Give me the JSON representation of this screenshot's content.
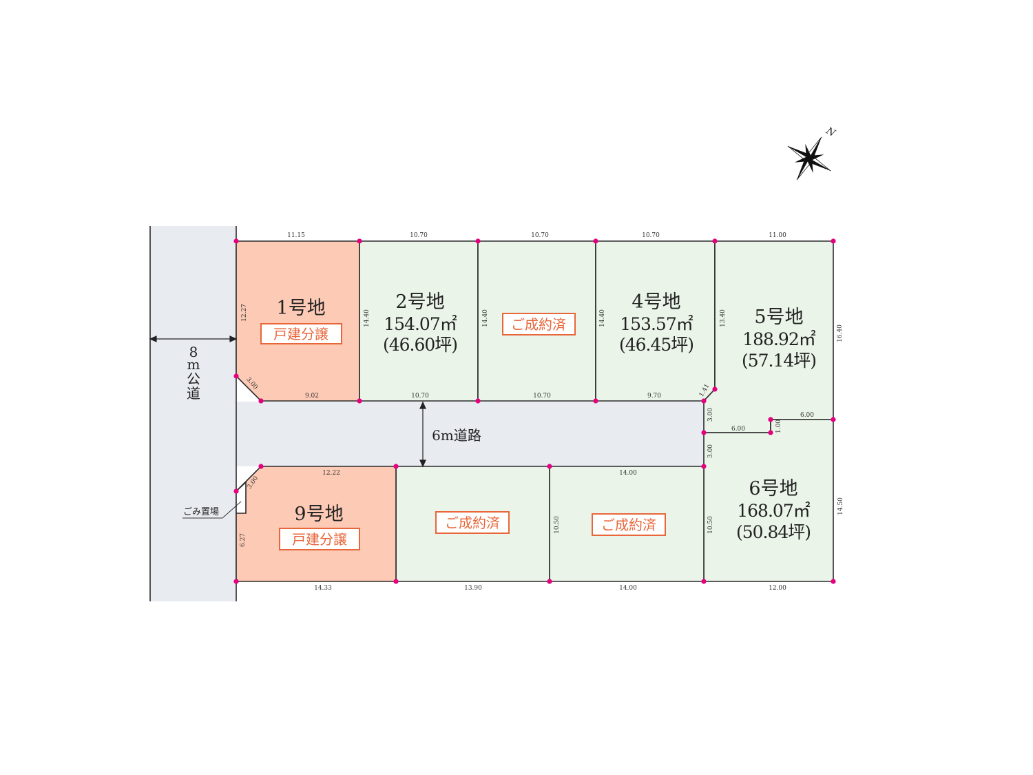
{
  "colors": {
    "road": "#e8ebf0",
    "for_sale": "#fdcab5",
    "sold": "#eaf4e8",
    "vertex": "#e4007f",
    "badge": "#e8663a"
  },
  "compass": {
    "label": "N"
  },
  "roads": {
    "public_road": [
      "8",
      "m",
      "公",
      "道"
    ],
    "private_road": "6m道路",
    "garbage": "ごみ置場"
  },
  "lots": [
    {
      "name": "1号地",
      "status": "戸建分譲"
    },
    {
      "name": "2号地",
      "area": "154.07㎡",
      "tsubo": "(46.60坪)"
    },
    {
      "status": "ご成約済"
    },
    {
      "name": "4号地",
      "area": "153.57㎡",
      "tsubo": "(46.45坪)"
    },
    {
      "name": "5号地",
      "area": "188.92㎡",
      "tsubo": "(57.14坪)"
    },
    {
      "name": "6号地",
      "area": "168.07㎡",
      "tsubo": "(50.84坪)"
    },
    {
      "status": "ご成約済"
    },
    {
      "status": "ご成約済"
    },
    {
      "name": "9号地",
      "status": "戸建分譲"
    }
  ],
  "dimensions": {
    "top": [
      "11.15",
      "10.70",
      "10.70",
      "10.70",
      "11.00"
    ],
    "upper_bottom": [
      "9.02",
      "10.70",
      "10.70",
      "9.70"
    ],
    "upper_sides": [
      "12.27",
      "14.40",
      "14.40",
      "14.40",
      "13.40",
      "16.40"
    ],
    "corners": [
      "3.00",
      "1.41",
      "3.00"
    ],
    "lot5_6": [
      "3.00",
      "3.00",
      "6.00",
      "1.00",
      "6.00"
    ],
    "lower_top": [
      "12.22",
      "14.00"
    ],
    "lower_sides": [
      "6.27",
      "10.50",
      "10.50",
      "14.50"
    ],
    "bottom": [
      "14.33",
      "13.90",
      "14.00",
      "12.00"
    ]
  }
}
